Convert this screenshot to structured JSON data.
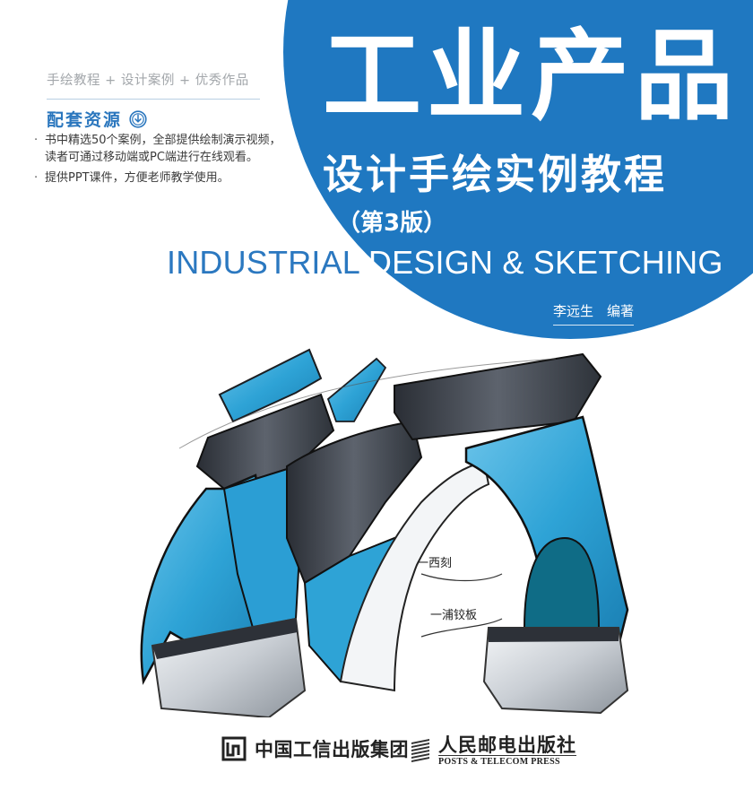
{
  "cover": {
    "tagline": "手绘教程 + 设计案例 + 优秀作品",
    "resources": {
      "title": "配套资源",
      "icon": "download-circle-icon",
      "bullets": [
        {
          "dot": "·",
          "lines": [
            "书中精选50个案例，全部提供绘制演示视频，",
            "读者可通过移动端或PC端进行在线观看。"
          ]
        },
        {
          "dot": "·",
          "lines": [
            "提供PPT课件，方便老师教学使用。"
          ]
        }
      ]
    },
    "title": "工业产品",
    "subtitle": "设计手绘实例教程",
    "edition": "（第3版）",
    "english_title": {
      "outside_circle": "INDUSTRIAL ",
      "inside_circle": "DESIGN & SKETCHING"
    },
    "author": "李远生　编著",
    "illustration": {
      "description": "Marker sketch of blue, grey and silver industrial product forms",
      "annotations": [
        "一西刻",
        "一浦铰板"
      ]
    },
    "publishers": [
      {
        "name": "中国工信出版集团",
        "icon": "miit-publishing-logo-icon"
      },
      {
        "name": "人民邮电出版社",
        "name_en": "POSTS & TELECOM PRESS",
        "icon": "ptpress-books-logo-icon"
      }
    ],
    "colors": {
      "brand_blue": "#1f78c1",
      "resource_blue": "#2b77be",
      "tagline_grey": "#a3a7ab",
      "sketch_cyan": "#2ea3d6",
      "sketch_dark": "#3b4048"
    }
  }
}
